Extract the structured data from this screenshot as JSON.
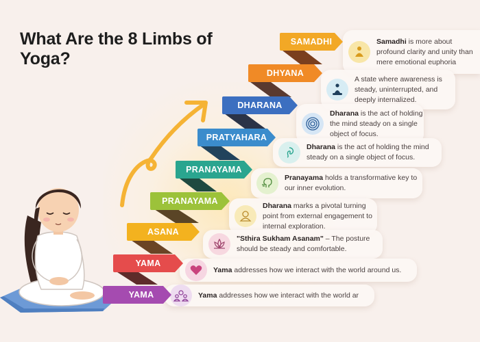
{
  "title": "What Are the 8 Limbs of Yoga?",
  "colors": {
    "background": "#f8f0ec",
    "arrow": "#f5b335",
    "title_text": "#1d1d1d"
  },
  "steps": [
    {
      "label": "SAMADHI",
      "color": "#f2a826",
      "shadow": "#7a3f1e",
      "icon": "meditating-buddha-icon",
      "icon_bg": "#f8e6a8",
      "bold": "Samadhi",
      "text": " is more about profound clarity and unity than mere emotional euphoria"
    },
    {
      "label": "DHYANA",
      "color": "#f08a26",
      "shadow": "#5a3a30",
      "icon": "meditation-pose-icon",
      "icon_bg": "#d7ecf4",
      "bold": "",
      "text": "A state where awareness is steady, uninterrupted, and deeply internalized."
    },
    {
      "label": "DHARANA",
      "color": "#3c6fc0",
      "shadow": "#2b3347",
      "icon": "concentric-focus-icon",
      "icon_bg": "#d6e6f5",
      "bold": "Dharana",
      "text": " is the act of holding the mind steady on a single object of focus."
    },
    {
      "label": "PRATYAHARA",
      "color": "#3b8ccc",
      "shadow": "#21435c",
      "icon": "ear-spiral-icon",
      "icon_bg": "#d9f0ee",
      "bold": "Dharana",
      "text": " is the act of holding the mind steady on a single object of focus."
    },
    {
      "label": "PRANAYAMA",
      "color": "#2aa58f",
      "shadow": "#1f4a40",
      "icon": "breathing-head-icon",
      "icon_bg": "#e4f1cf",
      "bold": "Pranayama",
      "text": " holds a transformative key to our inner evolution."
    },
    {
      "label": "PRANAYAMA",
      "color": "#9cc23a",
      "shadow": "#5a4526",
      "icon": "person-inward-icon",
      "icon_bg": "#f8eab8",
      "bold": "Dharana",
      "text": " marks a pivotal turning point from external engagement to internal exploration."
    },
    {
      "label": "ASANA",
      "color": "#f3b21f",
      "shadow": "#6a4425",
      "icon": "lotus-icon",
      "icon_bg": "#f7d8e0",
      "bold": "\"Sthira Sukham Asanam\"",
      "text": " – The posture should be steady and comfortable."
    },
    {
      "label": "YAMA",
      "color": "#e54c4c",
      "shadow": "#5e2c2a",
      "icon": "heart-icon",
      "icon_bg": "#f6d6e2",
      "bold": "Yama",
      "text": " addresses how we interact with the world around us."
    },
    {
      "label": "YAMA",
      "color": "#a54bb0",
      "shadow": "#4c2850",
      "icon": "people-flower-icon",
      "icon_bg": "#eedcf0",
      "bold": "Yama",
      "text": " addresses how we interact with the world ar"
    }
  ]
}
